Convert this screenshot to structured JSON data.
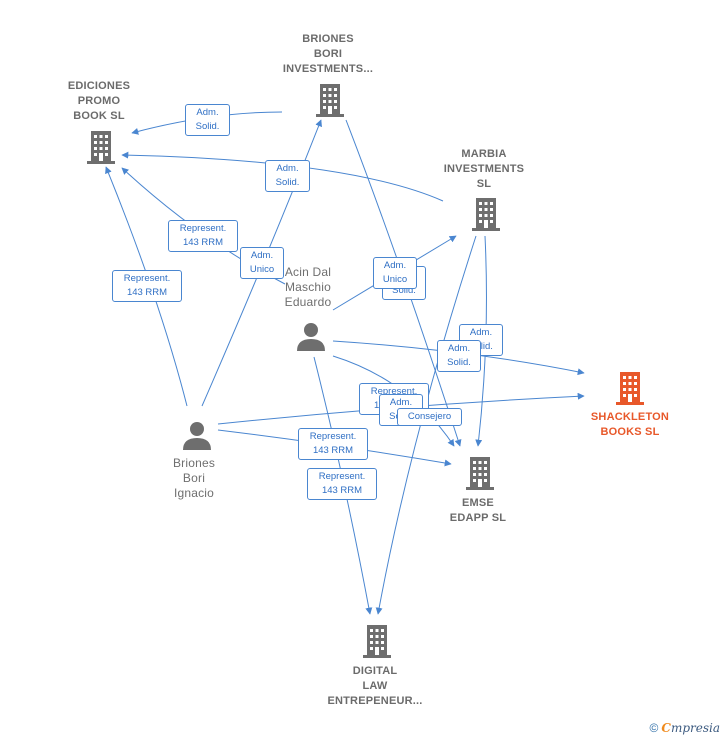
{
  "nodes": {
    "ediciones": {
      "lines": [
        "EDICIONES",
        "PROMO",
        "BOOK  SL"
      ]
    },
    "briones_bori_inv": {
      "lines": [
        "BRIONES",
        "BORI",
        "INVESTMENTS..."
      ]
    },
    "marbia": {
      "lines": [
        "MARBIA",
        "INVESTMENTS",
        "SL"
      ]
    },
    "acin": {
      "lines": [
        "Acin Dal",
        "Maschio",
        "Eduardo"
      ]
    },
    "shackleton": {
      "lines": [
        "SHACKLETON",
        "BOOKS  SL"
      ]
    },
    "briones_ignacio": {
      "lines": [
        "Briones",
        "Bori",
        "Ignacio"
      ]
    },
    "emse": {
      "lines": [
        "EMSE",
        "EDAPP SL"
      ]
    },
    "digital_law": {
      "lines": [
        "DIGITAL",
        "LAW",
        "ENTREPENEUR..."
      ]
    }
  },
  "edge_labels": {
    "adm_solid_1": [
      "Adm.",
      "Solid."
    ],
    "adm_solid_2": [
      "Adm.",
      "Solid."
    ],
    "represent_1": [
      "Represent.",
      "143 RRM"
    ],
    "adm_unico_1": [
      "Adm.",
      "Unico"
    ],
    "represent_2": [
      "Represent.",
      "143 RRM"
    ],
    "adm_unico_2": [
      "Adm.",
      "Unico"
    ],
    "solid_hidden": [
      "Solid."
    ],
    "adm_solid_3": [
      "Adm.",
      "Solid."
    ],
    "adm_solid_4": [
      "Adm.",
      "Solid."
    ],
    "represent_3": [
      "Represent.",
      "143 RRM"
    ],
    "adm_solid_5": [
      "Adm.",
      "Solid."
    ],
    "consejero": [
      "Consejero"
    ],
    "represent_4": [
      "Represent.",
      "143 RRM"
    ],
    "represent_5": [
      "Represent.",
      "143 RRM"
    ]
  },
  "footer": {
    "copyright": "©",
    "brand_first": "C",
    "brand_rest": "mpresia"
  },
  "colors": {
    "edge": "#4a86d0",
    "company_icon": "#6e6e6e",
    "main_icon": "#e8582a",
    "person_icon": "#6e6e6e"
  }
}
